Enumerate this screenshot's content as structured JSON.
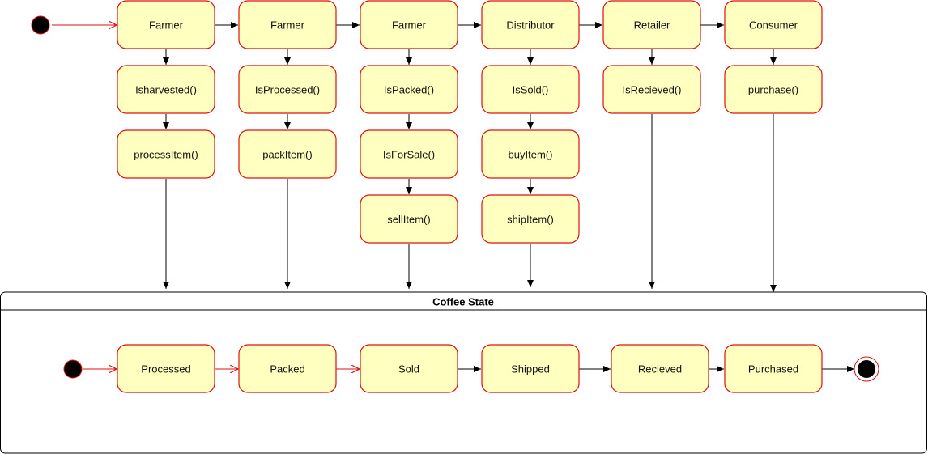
{
  "colors": {
    "state_fill": "#ffffc0",
    "state_stroke": "#dd1111",
    "edge_black": "#000000",
    "edge_red": "#dd1111"
  },
  "actors": [
    "Farmer",
    "Farmer",
    "Farmer",
    "Distributor",
    "Retailer",
    "Consumer"
  ],
  "functions": {
    "col1": [
      "Isharvested()",
      "processItem()"
    ],
    "col2": [
      "IsProcessed()",
      "packItem()"
    ],
    "col3": [
      "IsPacked()",
      "IsForSale()",
      "sellItem()"
    ],
    "col4": [
      "IsSold()",
      "buyItem()",
      "shipItem()"
    ],
    "col5": [
      "IsRecieved()"
    ],
    "col6": [
      "purchase()"
    ]
  },
  "coffee_state": {
    "title": "Coffee State",
    "states": [
      "Processed",
      "Packed",
      "Sold",
      "Shipped",
      "Recieved",
      "Purchased"
    ]
  }
}
